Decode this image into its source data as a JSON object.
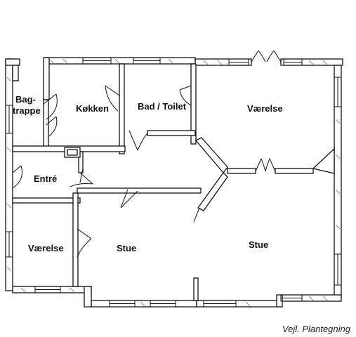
{
  "title": "",
  "caption": "Vejl. Plantegning",
  "rooms": {
    "bagtrappe_line1": "Bag-",
    "bagtrappe_line2": "trappe",
    "kokken": "Køkken",
    "bad_toilet": "Bad / Toilet",
    "vaerelse_top": "Værelse",
    "entre": "Entré",
    "vaerelse_bottom": "Værelse",
    "stue_left": "Stue",
    "stue_right": "Stue"
  }
}
